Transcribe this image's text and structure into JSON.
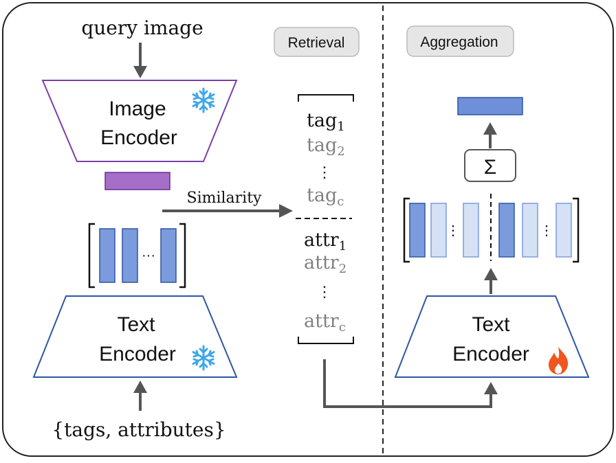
{
  "inputs": {
    "query_image": "query image",
    "tags_attributes": "{tags, attributes}"
  },
  "encoders": {
    "image_encoder_line1": "Image",
    "image_encoder_line2": "Encoder",
    "text_encoder_left_line1": "Text",
    "text_encoder_left_line2": "Encoder",
    "text_encoder_right_line1": "Text",
    "text_encoder_right_line2": "Encoder"
  },
  "labels": {
    "retrieval": "Retrieval",
    "aggregation": "Aggregation",
    "similarity": "Similarity",
    "sum_symbol": "Σ",
    "ellipsis": "···",
    "vdots": "⋮"
  },
  "retrieval_list": {
    "tags": [
      {
        "base": "tag",
        "sub": "1"
      },
      {
        "base": "tag",
        "sub": "2"
      },
      {
        "base": "tag",
        "sub": "c"
      }
    ],
    "attrs": [
      {
        "base": "attr",
        "sub": "1"
      },
      {
        "base": "attr",
        "sub": "2"
      },
      {
        "base": "attr",
        "sub": "c"
      }
    ]
  },
  "icons": {
    "frozen": "snowflake-icon",
    "trainable": "flame-icon"
  },
  "colors": {
    "image_encoder_border": "#7b3fa6",
    "image_embedding": "#a46ec9",
    "text_encoder_border": "#2f55a4",
    "vector_dark": "#7b9bdc",
    "vector_light": "#d5e1f5",
    "output_vector": "#6f8fd8",
    "snowflake": "#3ea7e8",
    "flame": "#f0561d",
    "arrow": "#555555",
    "grey_text": "#808080",
    "pill_bg": "#e6e6e6"
  }
}
